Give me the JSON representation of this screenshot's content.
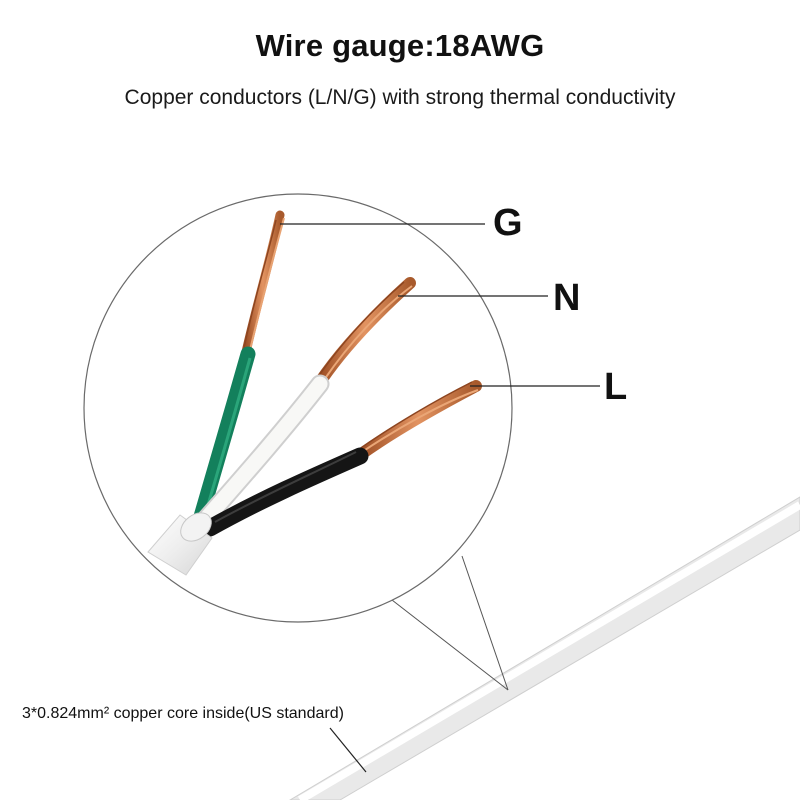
{
  "header": {
    "title": "Wire gauge:18AWG",
    "subtitle": "Copper conductors (L/N/G) with strong thermal conductivity"
  },
  "callouts": {
    "ground": "G",
    "neutral": "N",
    "line": "L"
  },
  "footnote": "3*0.824mm² copper core  inside(US standard)",
  "colors": {
    "ground_insulation": "#13805c",
    "neutral_insulation": "#f4f4f2",
    "line_insulation": "#151515",
    "copper": "#c5703f",
    "jacket": "#f5f5f5"
  }
}
